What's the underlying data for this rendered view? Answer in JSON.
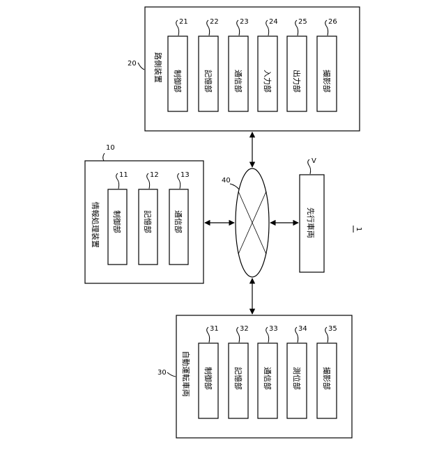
{
  "system": {
    "ref": "1"
  },
  "roadside": {
    "ref": "20",
    "title": "路側装置",
    "units": [
      {
        "ref": "21",
        "label": "制御部"
      },
      {
        "ref": "22",
        "label": "記憶部"
      },
      {
        "ref": "23",
        "label": "通信部"
      },
      {
        "ref": "24",
        "label": "入力部"
      },
      {
        "ref": "25",
        "label": "出力部"
      },
      {
        "ref": "26",
        "label": "撮影部"
      }
    ]
  },
  "info_processor": {
    "ref": "10",
    "title": "情報処理装置",
    "units": [
      {
        "ref": "11",
        "label": "制御部"
      },
      {
        "ref": "12",
        "label": "記憶部"
      },
      {
        "ref": "13",
        "label": "通信部"
      }
    ]
  },
  "autonomous_vehicle": {
    "ref": "30",
    "title": "自動運転車両",
    "units": [
      {
        "ref": "31",
        "label": "制御部"
      },
      {
        "ref": "32",
        "label": "記憶部"
      },
      {
        "ref": "33",
        "label": "通信部"
      },
      {
        "ref": "34",
        "label": "測位部"
      },
      {
        "ref": "35",
        "label": "撮影部"
      }
    ]
  },
  "network": {
    "ref": "40"
  },
  "preceding_vehicle": {
    "ref": "V",
    "label": "先行車両"
  }
}
